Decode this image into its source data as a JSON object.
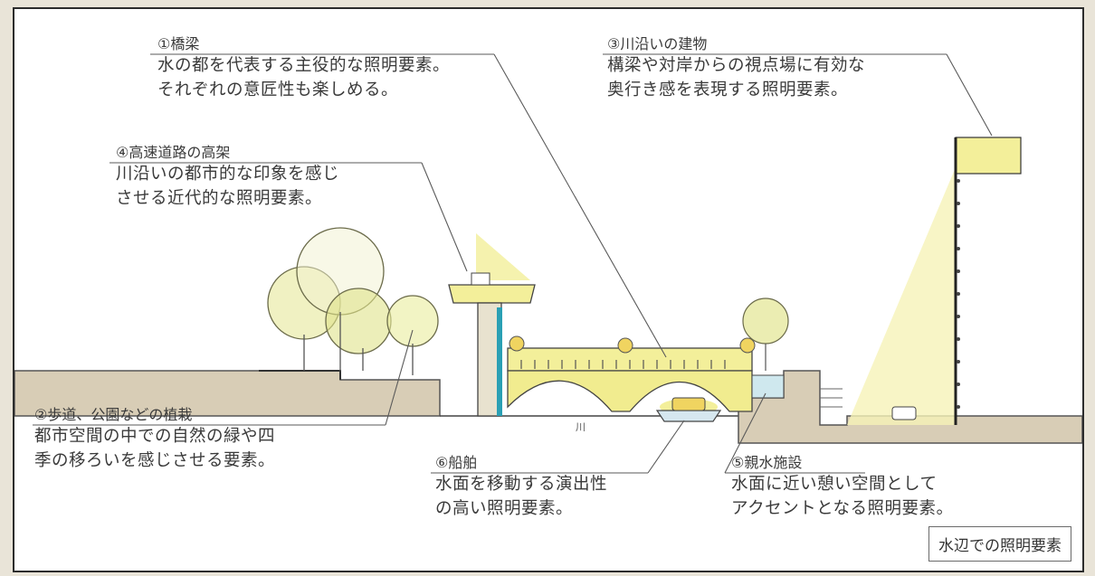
{
  "colors": {
    "frame": "#2c2c2c",
    "light_yellow": "#f3ef9a",
    "tree_yellow": "#dfe38a",
    "ground_beige": "#d8cdb6",
    "water_blue": "#2aa0b4"
  },
  "annotations": {
    "bridge": {
      "title": "①橋梁",
      "lines": [
        "水の都を代表する主役的な照明要素。",
        "それぞれの意匠性も楽しめる。"
      ]
    },
    "trees": {
      "title": "②歩道、公園などの植栽",
      "lines": [
        "都市空間の中での自然の緑や四",
        "季の移ろいを感じさせる要素。"
      ]
    },
    "buildings": {
      "title": "③川沿いの建物",
      "lines": [
        "構梁や対岸からの視点場に有効な",
        "奥行き感を表現する照明要素。"
      ]
    },
    "highway": {
      "title": "④高速道路の高架",
      "lines": [
        "川沿いの都市的な印象を感じ",
        "させる近代的な照明要素。"
      ]
    },
    "waterside": {
      "title": "⑤親水施設",
      "lines": [
        "水面に近い憩い空間として",
        "アクセントとなる照明要素。"
      ]
    },
    "boat": {
      "title": "⑥船舶",
      "lines": [
        "水面を移動する演出性",
        "の高い照明要素。"
      ]
    }
  },
  "water_mark": "川",
  "legend": "水辺での照明要素"
}
